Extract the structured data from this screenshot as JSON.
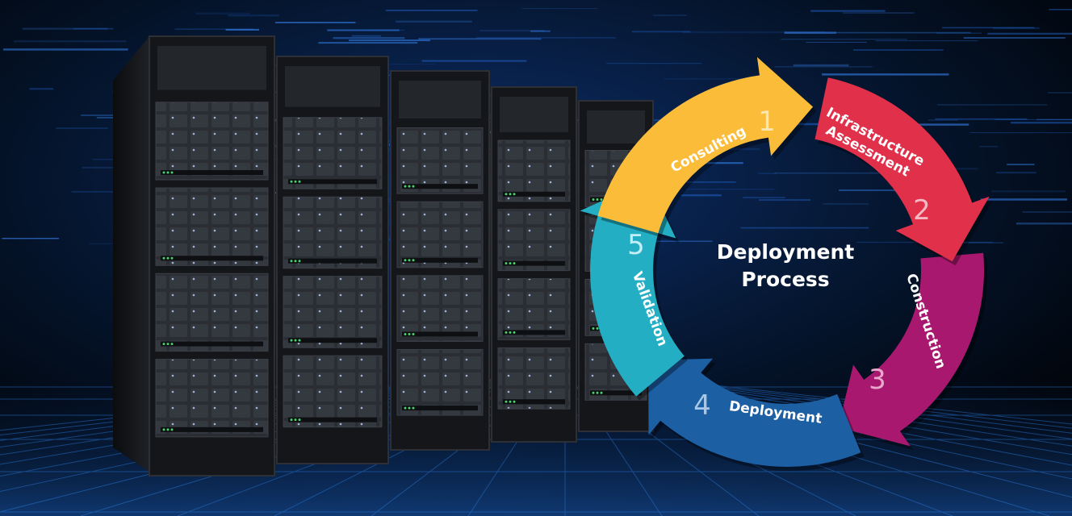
{
  "diagram": {
    "title_line1": "Deployment",
    "title_line2": "Process",
    "stages": [
      {
        "number": "1",
        "label": "Consulting",
        "color": "#fbbc3a",
        "number_color": "#fde7b0"
      },
      {
        "number": "2",
        "label_line1": "Infrastructure",
        "label_line2": "Assessment",
        "color": "#e0304a",
        "number_color": "#f5b8c2"
      },
      {
        "number": "3",
        "label": "Construction",
        "color": "#a8186e",
        "number_color": "#e6a9cc"
      },
      {
        "number": "4",
        "label": "Deployment",
        "color": "#1c5fa3",
        "number_color": "#a9c8e8"
      },
      {
        "number": "5",
        "label": "Validation",
        "color": "#23aec4",
        "number_color": "#c4eef5"
      }
    ]
  },
  "colors": {
    "background": "#02060f",
    "grid_glow": "#1e6fd0",
    "rack": "#16181c"
  }
}
